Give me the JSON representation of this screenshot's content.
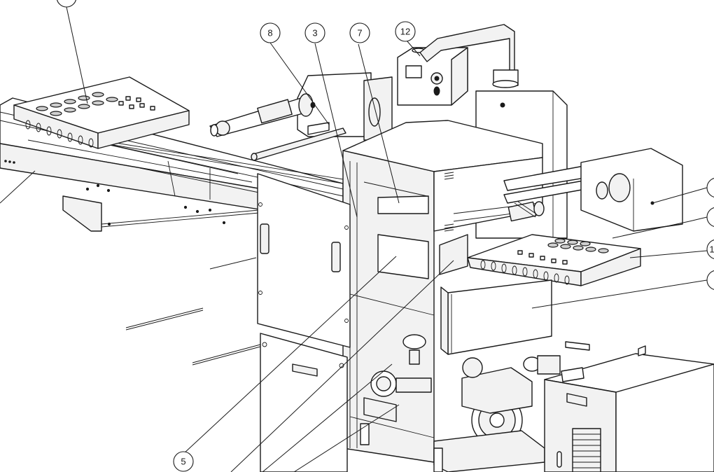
{
  "figure": {
    "callouts": [
      {
        "id": "callout-8",
        "label": "8"
      },
      {
        "id": "callout-3",
        "label": "3"
      },
      {
        "id": "callout-7",
        "label": "7"
      },
      {
        "id": "callout-12",
        "label": "12"
      },
      {
        "id": "callout-5",
        "label": "5"
      },
      {
        "id": "callout-r1",
        "label": ""
      },
      {
        "id": "callout-r2",
        "label": ""
      },
      {
        "id": "callout-r3",
        "label": "1"
      },
      {
        "id": "callout-r4",
        "label": ""
      },
      {
        "id": "callout-tl",
        "label": ""
      }
    ]
  }
}
